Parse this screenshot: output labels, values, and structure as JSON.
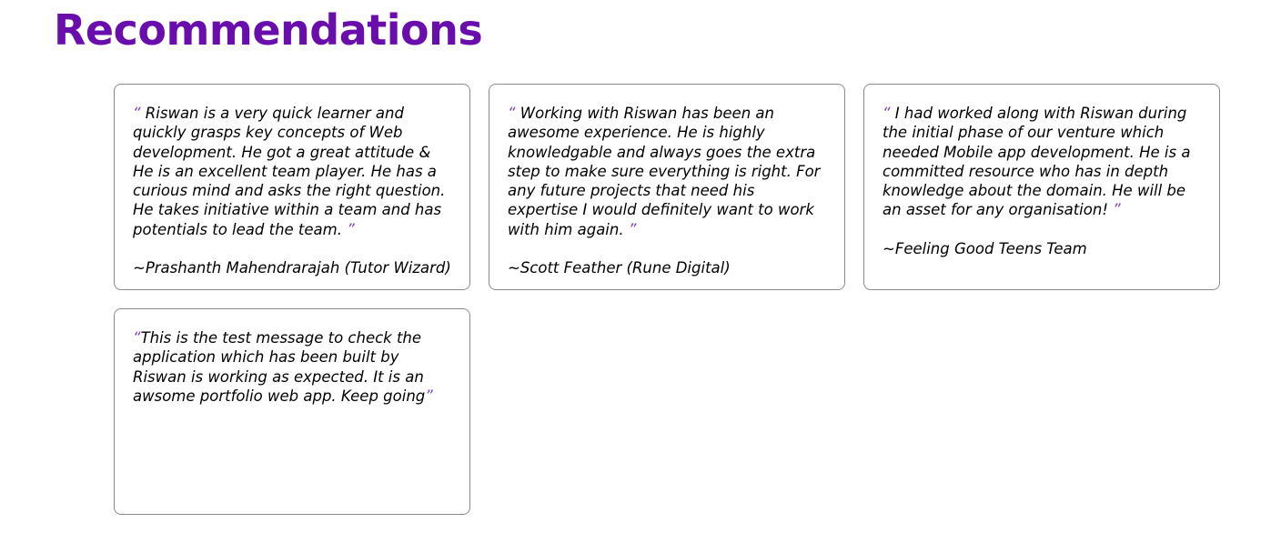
{
  "page": {
    "title": "Recommendations"
  },
  "colors": {
    "title": "#6a0dad",
    "quote_mark": "#7b3fb8",
    "card_border": "#8a8a8a",
    "text": "#000000"
  },
  "recommendations": [
    {
      "open_quote": "“",
      "text": " Riswan is a very quick learner and quickly grasps key concepts of Web development. He got a great attitude & He is an excellent team player. He has a curious mind and asks the right question. He takes initiative within a team and has potentials to lead the team. ",
      "close_quote": "”",
      "author": "~Prashanth Mahendrarajah (Tutor Wizard)"
    },
    {
      "open_quote": "“",
      "text": " Working with Riswan has been an awesome experience. He is highly knowledgable and always goes the extra step to make sure everything is right. For any future projects that need his expertise I would definitely want to work with him again. ",
      "close_quote": "”",
      "author": "~Scott Feather (Rune Digital)"
    },
    {
      "open_quote": "“",
      "text": " I had worked along with Riswan during the initial phase of our venture which needed Mobile app development. He is a committed resource who has in depth knowledge about the domain. He will be an asset for any organisation! ",
      "close_quote": "”",
      "author": "~Feeling Good Teens Team"
    },
    {
      "open_quote": "“",
      "text": "This is the test message to check the application which has been built by Riswan is working as expected. It is an awsome portfolio web app. Keep going",
      "close_quote": "”",
      "author": ""
    }
  ]
}
